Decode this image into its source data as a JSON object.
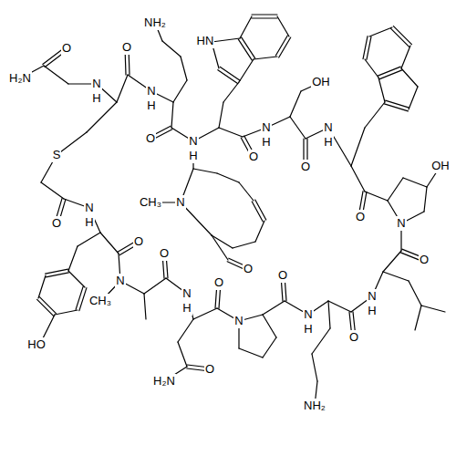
{
  "diagram": {
    "labels": [
      "O",
      "O",
      "NH₂",
      "HN",
      "H₂N",
      "N H",
      "N H",
      "OH",
      "N H",
      "N H",
      "O",
      "N H",
      "S",
      "O",
      "O",
      "OH",
      "N",
      "CH₃",
      "O",
      "N H",
      "N",
      "O",
      "O",
      "O",
      "O",
      "O",
      "O",
      "N",
      "O",
      "N H",
      "N H",
      "CH₃",
      "N H",
      "N",
      "O",
      "HO",
      "O",
      "H₂N",
      "NH₂"
    ]
  }
}
